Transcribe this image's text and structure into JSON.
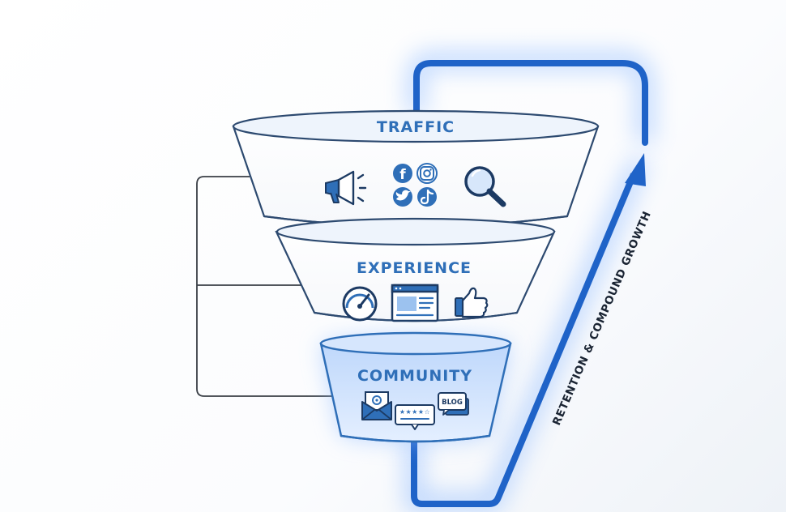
{
  "funnel": {
    "stages": [
      {
        "label": "TRAFFIC",
        "icons": [
          "megaphone-icon",
          "facebook-icon",
          "instagram-icon",
          "twitter-icon",
          "tiktok-icon",
          "magnifier-icon"
        ]
      },
      {
        "label": "EXPERIENCE",
        "icons": [
          "speedometer-icon",
          "webpage-icon",
          "thumbs-up-icon"
        ]
      },
      {
        "label": "COMMUNITY",
        "icons": [
          "email-icon",
          "review-stars-icon",
          "blog-bubble-icon"
        ]
      }
    ],
    "blog_badge": "BLOG",
    "loop_label": "RETENTION & COMPOUND GROWTH"
  },
  "colors": {
    "accent": "#2f6fb8",
    "loop": "#1f63c8",
    "glow": "#6fa8ff",
    "ink": "#1c3a63"
  }
}
